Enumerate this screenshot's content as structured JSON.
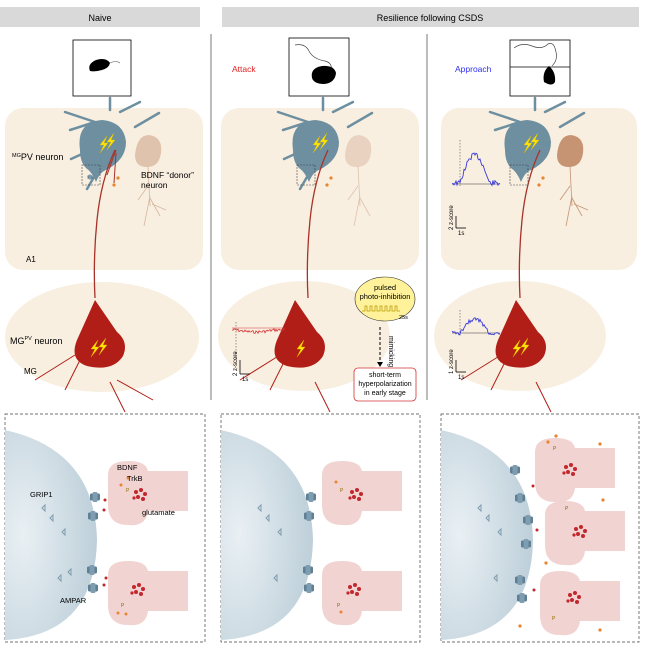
{
  "header": {
    "naive": "Naive",
    "resilience": "Resilience following CSDS"
  },
  "columns": {
    "attack": "Attack",
    "approach": "Approach"
  },
  "labels": {
    "mgpv_sup": "MG",
    "mgpv_main": "PV neuron",
    "bdnf_donor_line1": "BDNF “donor”",
    "bdnf_donor_line2": "neuron",
    "a1": "A1",
    "mg_pv_main": "MG",
    "mg_pv_sup": "PV",
    "mg_pv_tail": " neuron",
    "mg": "MG"
  },
  "pulsed": {
    "line1": "pulsed",
    "line2": "photo-inhibition",
    "duration": "25s",
    "mimicking": "mimicking",
    "result_line1": "short-term",
    "result_line2": "hyperpolarization",
    "result_line3": "in early stage"
  },
  "scales": {
    "z2": "2 z-score",
    "z1": "1 z-score",
    "s1": "1s"
  },
  "synapse": {
    "bdnf": "BDNF",
    "trkb": "TrkB",
    "grip1": "GRIP1",
    "glutamate": "glutamate",
    "ampar": "AMPAR",
    "p": "P"
  },
  "colors": {
    "header_bg": "#d9d9d9",
    "panel_bg": "#f8efe1",
    "pv_neuron": "#6d8fa0",
    "mg_neuron": "#b01e17",
    "donor_naive": "#dfc3ac",
    "donor_approach": "#c79473",
    "attack_text": "#e02020",
    "approach_text": "#2f2ff0",
    "trace_red": "#d43333",
    "trace_blue": "#3a3ad8"
  }
}
